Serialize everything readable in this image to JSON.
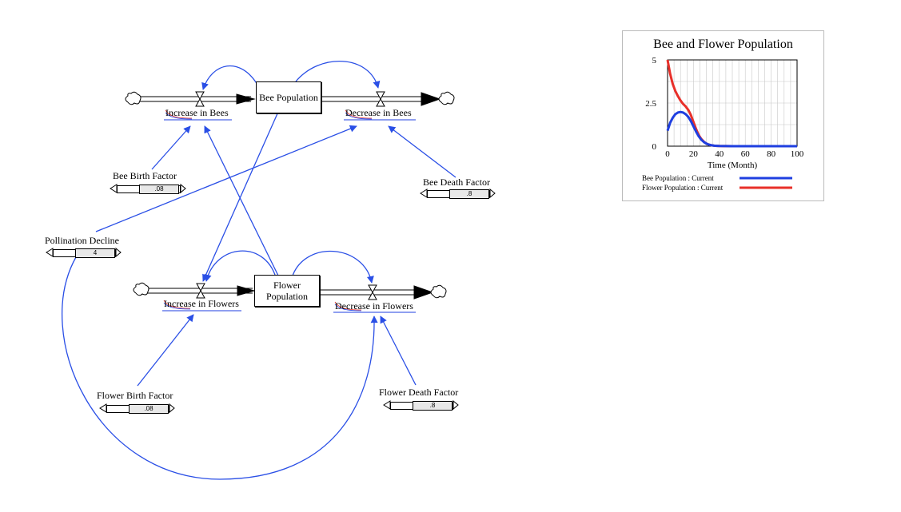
{
  "diagram": {
    "stocks": {
      "bee_population": "Bee Population",
      "flower_population": "Flower\nPopulation"
    },
    "flows": {
      "increase_in_bees": "Increase in Bees",
      "decrease_in_bees": "Decrease in Bees",
      "increase_in_flowers": "Increase in Flowers",
      "decrease_in_flowers": "Decrease in Flowers"
    },
    "parameters": {
      "bee_birth_factor": {
        "label": "Bee Birth Factor",
        "value": ".08"
      },
      "bee_death_factor": {
        "label": "Bee Death Factor",
        "value": ".8"
      },
      "pollination_decline": {
        "label": "Pollination Decline",
        "value": "4"
      },
      "flower_birth_factor": {
        "label": "Flower Birth Factor",
        "value": ".08"
      },
      "flower_death_factor": {
        "label": "Flower Death Factor",
        "value": ".8"
      }
    },
    "colors": {
      "link": "#2a4fe6",
      "stock_border": "#000000"
    }
  },
  "chart_data": {
    "type": "line",
    "title": "Bee and Flower Population",
    "xlabel": "Time (Month)",
    "ylabel": "",
    "xlim": [
      0,
      100
    ],
    "ylim": [
      0,
      5
    ],
    "xticks": [
      "0",
      "20",
      "40",
      "60",
      "80",
      "100"
    ],
    "yticks": [
      "0",
      "2.5",
      "5"
    ],
    "grid": true,
    "legend_position": "bottom",
    "x": [
      0,
      2,
      4,
      6,
      8,
      10,
      12,
      14,
      16,
      18,
      20,
      22,
      24,
      26,
      28,
      30,
      32,
      34,
      36,
      38,
      40,
      50,
      60,
      70,
      80,
      90,
      100
    ],
    "series": [
      {
        "name": "Bee Population : Current",
        "color": "#1f3fe0",
        "values": [
          0.9,
          1.35,
          1.65,
          1.85,
          1.95,
          1.98,
          1.95,
          1.85,
          1.7,
          1.45,
          1.15,
          0.85,
          0.58,
          0.38,
          0.24,
          0.15,
          0.09,
          0.05,
          0.03,
          0.02,
          0.01,
          0,
          0,
          0,
          0,
          0,
          0
        ]
      },
      {
        "name": "Flower Population : Current",
        "color": "#e8302a",
        "values": [
          5.0,
          4.2,
          3.6,
          3.2,
          2.9,
          2.65,
          2.45,
          2.3,
          2.1,
          1.8,
          1.4,
          1.0,
          0.65,
          0.42,
          0.26,
          0.15,
          0.09,
          0.05,
          0.03,
          0.02,
          0.01,
          0,
          0,
          0,
          0,
          0,
          0
        ]
      }
    ]
  }
}
